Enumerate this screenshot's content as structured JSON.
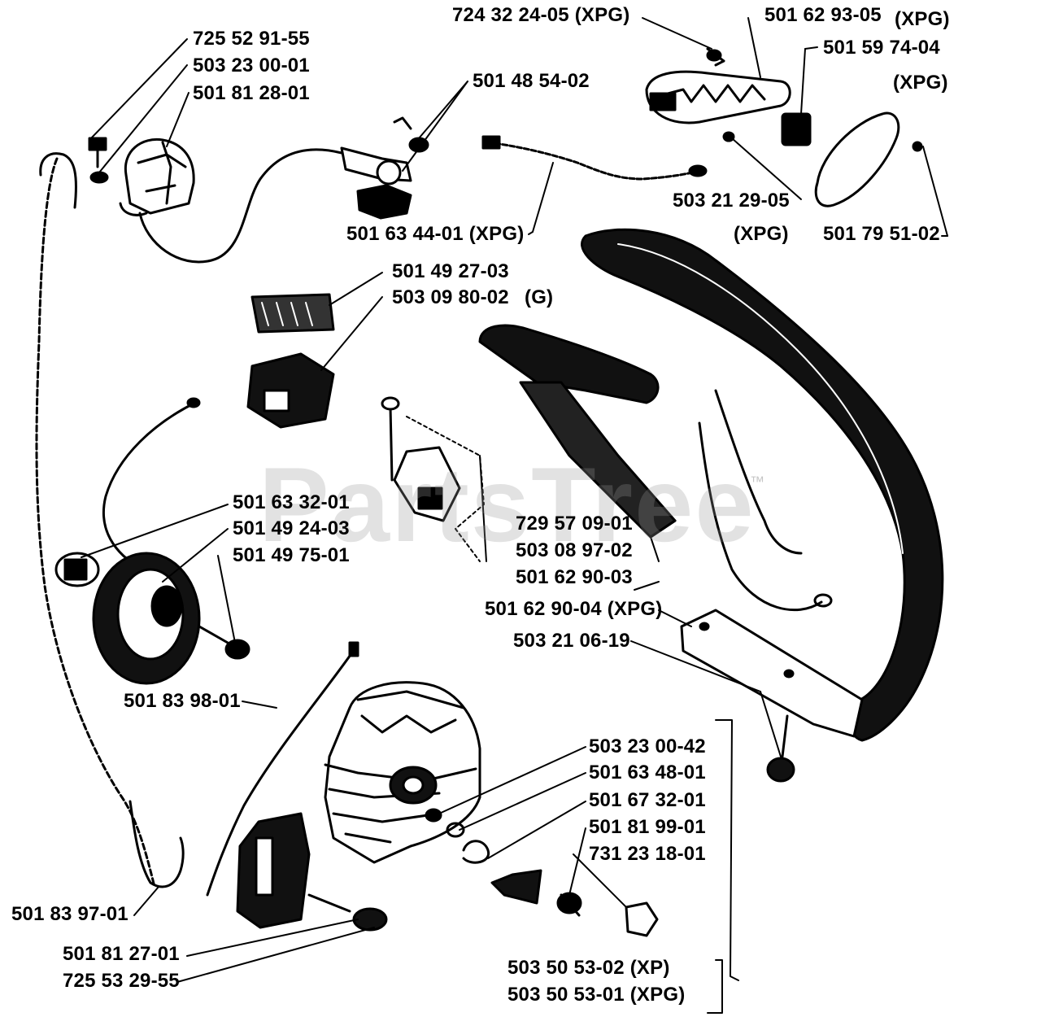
{
  "watermark": {
    "text": "PartsTree",
    "tm": "™"
  },
  "labels": {
    "p_725529155": "725 52 91-55",
    "p_503230001": "503 23 00-01",
    "p_501812801": "501 81 28-01",
    "p_501485402": "501 48 54-02",
    "p_724322405": "724 32 24-05 (XPG)",
    "p_501629305": "501 62 93-05",
    "p_501629305_suffix": "(XPG)",
    "p_501597404": "501 59 74-04",
    "p_501597404_suffix": "(XPG)",
    "p_501634401": "501 63 44-01 (XPG)",
    "p_503212905": "503 21 29-05",
    "p_503212905_suffix": "(XPG)",
    "p_501795102": "501 79 51-02",
    "p_501492703": "501 49 27-03",
    "p_503098002": "503 09 80-02",
    "p_503098002_suffix": "(G)",
    "p_501633201": "501 63 32-01",
    "p_501492403": "501 49 24-03",
    "p_501497501": "501 49 75-01",
    "p_729570901": "729 57 09-01",
    "p_503089702": "503 08 97-02",
    "p_501629003": "501 62 90-03",
    "p_501629004": "501 62 90-04 (XPG)",
    "p_503210619": "503 21 06-19",
    "p_501839801": "501 83 98-01",
    "p_503230042": "503 23 00-42",
    "p_501634801": "501 63 48-01",
    "p_501673201": "501 67 32-01",
    "p_501819901": "501 81 99-01",
    "p_731231801": "731 23 18-01",
    "p_501839701": "501 83 97-01",
    "p_501812701": "501 81 27-01",
    "p_725532955": "725 53 29-55",
    "p_503505302": "503 50 53-02 (XP)",
    "p_503505301": "503 50 53-01 (XPG)"
  }
}
